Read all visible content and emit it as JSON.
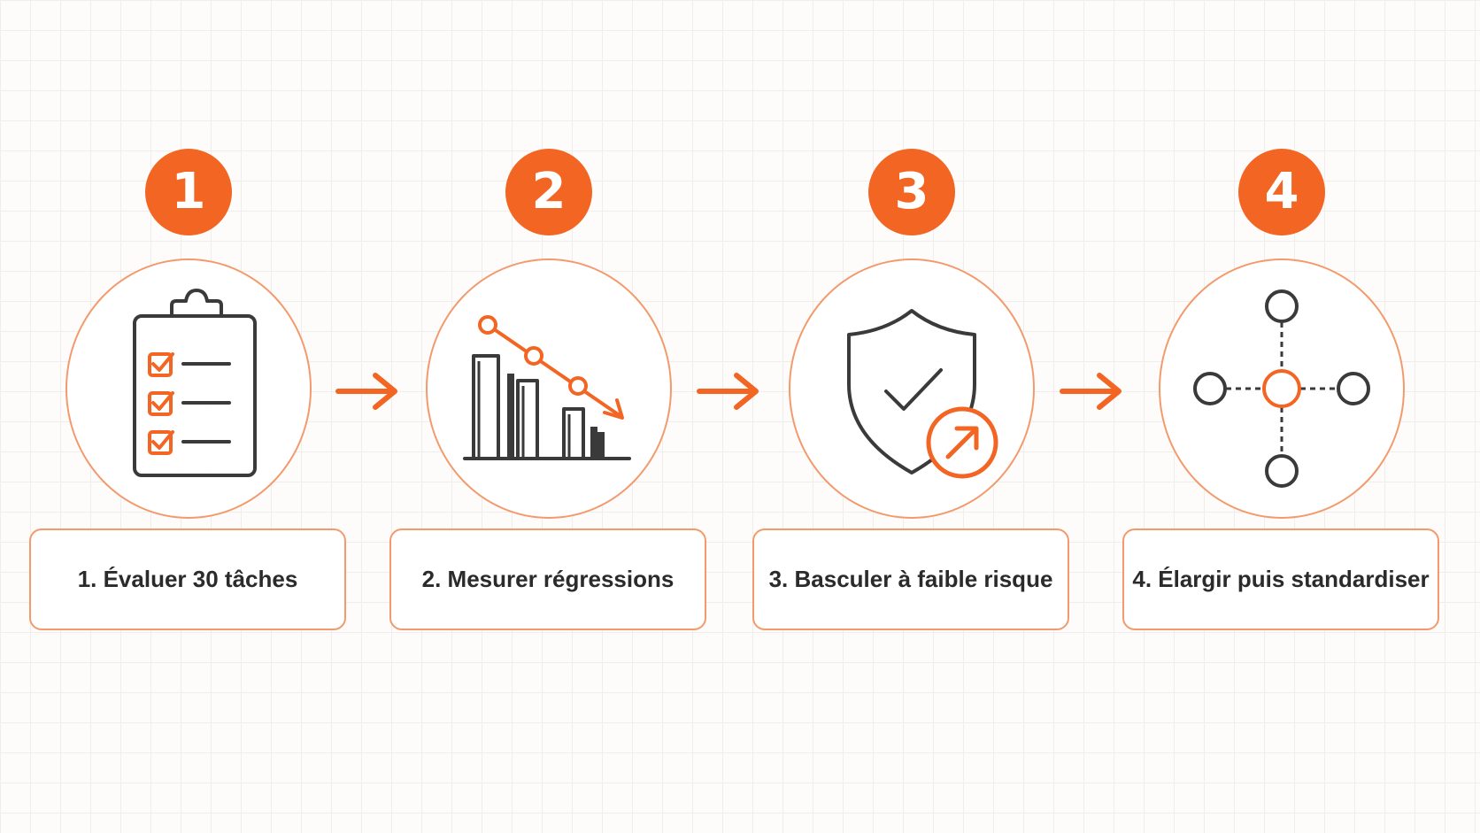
{
  "theme": {
    "accent": "#f26522",
    "accent_light": "#f39a6c",
    "ink": "#2b2b2b"
  },
  "steps": [
    {
      "number": "1",
      "label": "1. Évaluer 30 tâches",
      "icon": "clipboard-checklist-icon"
    },
    {
      "number": "2",
      "label": "2. Mesurer régressions",
      "icon": "declining-bar-chart-icon"
    },
    {
      "number": "3",
      "label": "3. Basculer à faible risque",
      "icon": "shield-check-icon"
    },
    {
      "number": "4",
      "label": "4. Élargir puis standardiser",
      "icon": "network-hub-icon"
    }
  ],
  "connectors": [
    "arrow-right-icon",
    "arrow-right-icon",
    "arrow-right-icon"
  ]
}
